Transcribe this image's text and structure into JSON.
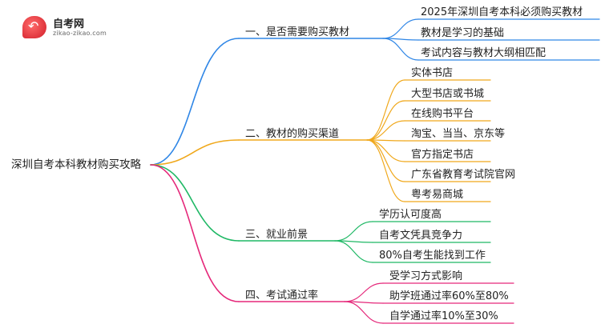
{
  "logo": {
    "name": "自考网",
    "url": "zikao-zikao.com"
  },
  "root": {
    "label": "深圳自考本科教材购买攻略"
  },
  "branches": [
    {
      "label": "一、是否需要购买教材",
      "color": "#2f86e6",
      "children": [
        "2025年深圳自考本科必须购买教材",
        "教材是学习的基础",
        "考试内容与教材大纲相匹配"
      ]
    },
    {
      "label": "二、教材的购买渠道",
      "color": "#f0a81b",
      "children": [
        "实体书店",
        "大型书店或书城",
        "在线购书平台",
        "淘宝、当当、京东等",
        "官方指定书店",
        "广东省教育考试院官网",
        "粤考易商城"
      ]
    },
    {
      "label": "三、就业前景",
      "color": "#1fb865",
      "children": [
        "学历认可度高",
        "自考文凭具竞争力",
        "80%自考生能找到工作"
      ]
    },
    {
      "label": "四、考试通过率",
      "color": "#e5287a",
      "children": [
        "受学习方式影响",
        "助学班通过率60%至80%",
        "自学通过率10%至30%"
      ]
    }
  ]
}
